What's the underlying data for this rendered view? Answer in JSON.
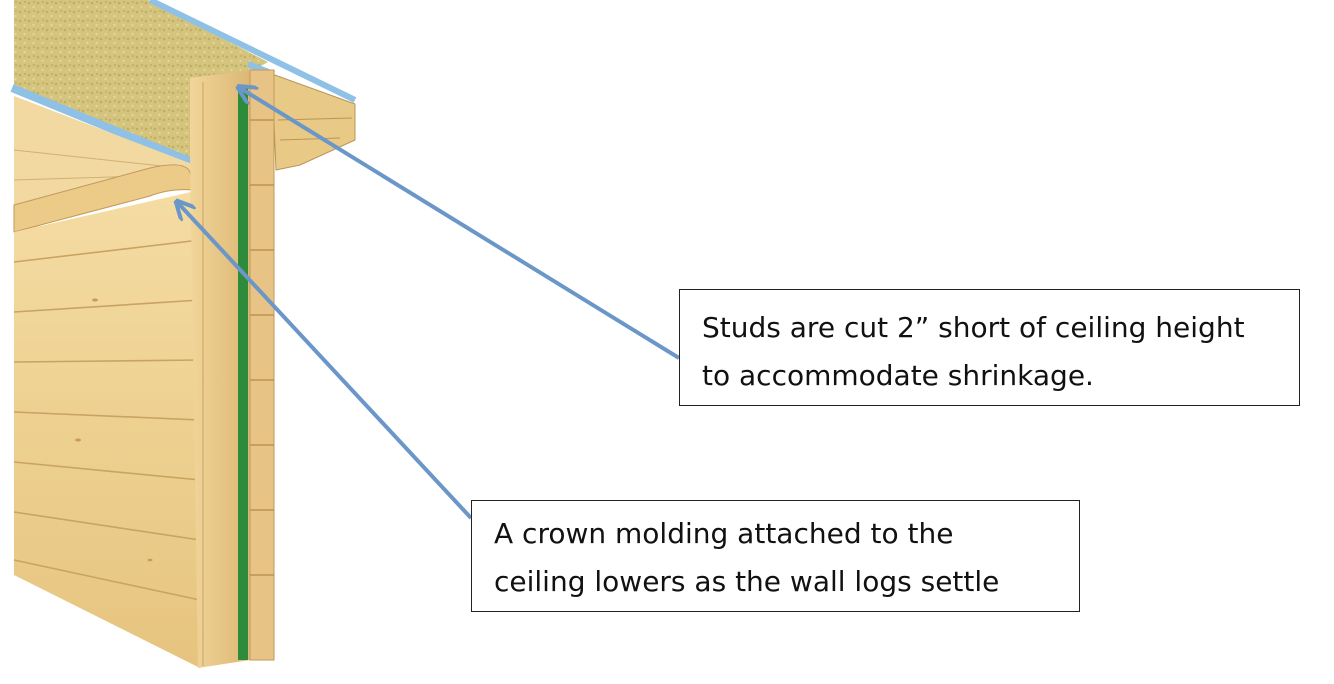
{
  "colors": {
    "arrow": "#6b96c8",
    "spline": "#2e8b3c",
    "insulation": "#d4c47e",
    "log_wood": "#efd192",
    "roof_edge": "#8fc1e6"
  },
  "callouts": {
    "studs": {
      "line1": "Studs are cut 2” short of ceiling height",
      "line2": "to accommodate shrinkage."
    },
    "crown": {
      "line1": "A crown molding attached to the",
      "line2": "ceiling lowers as the wall logs settle"
    }
  }
}
